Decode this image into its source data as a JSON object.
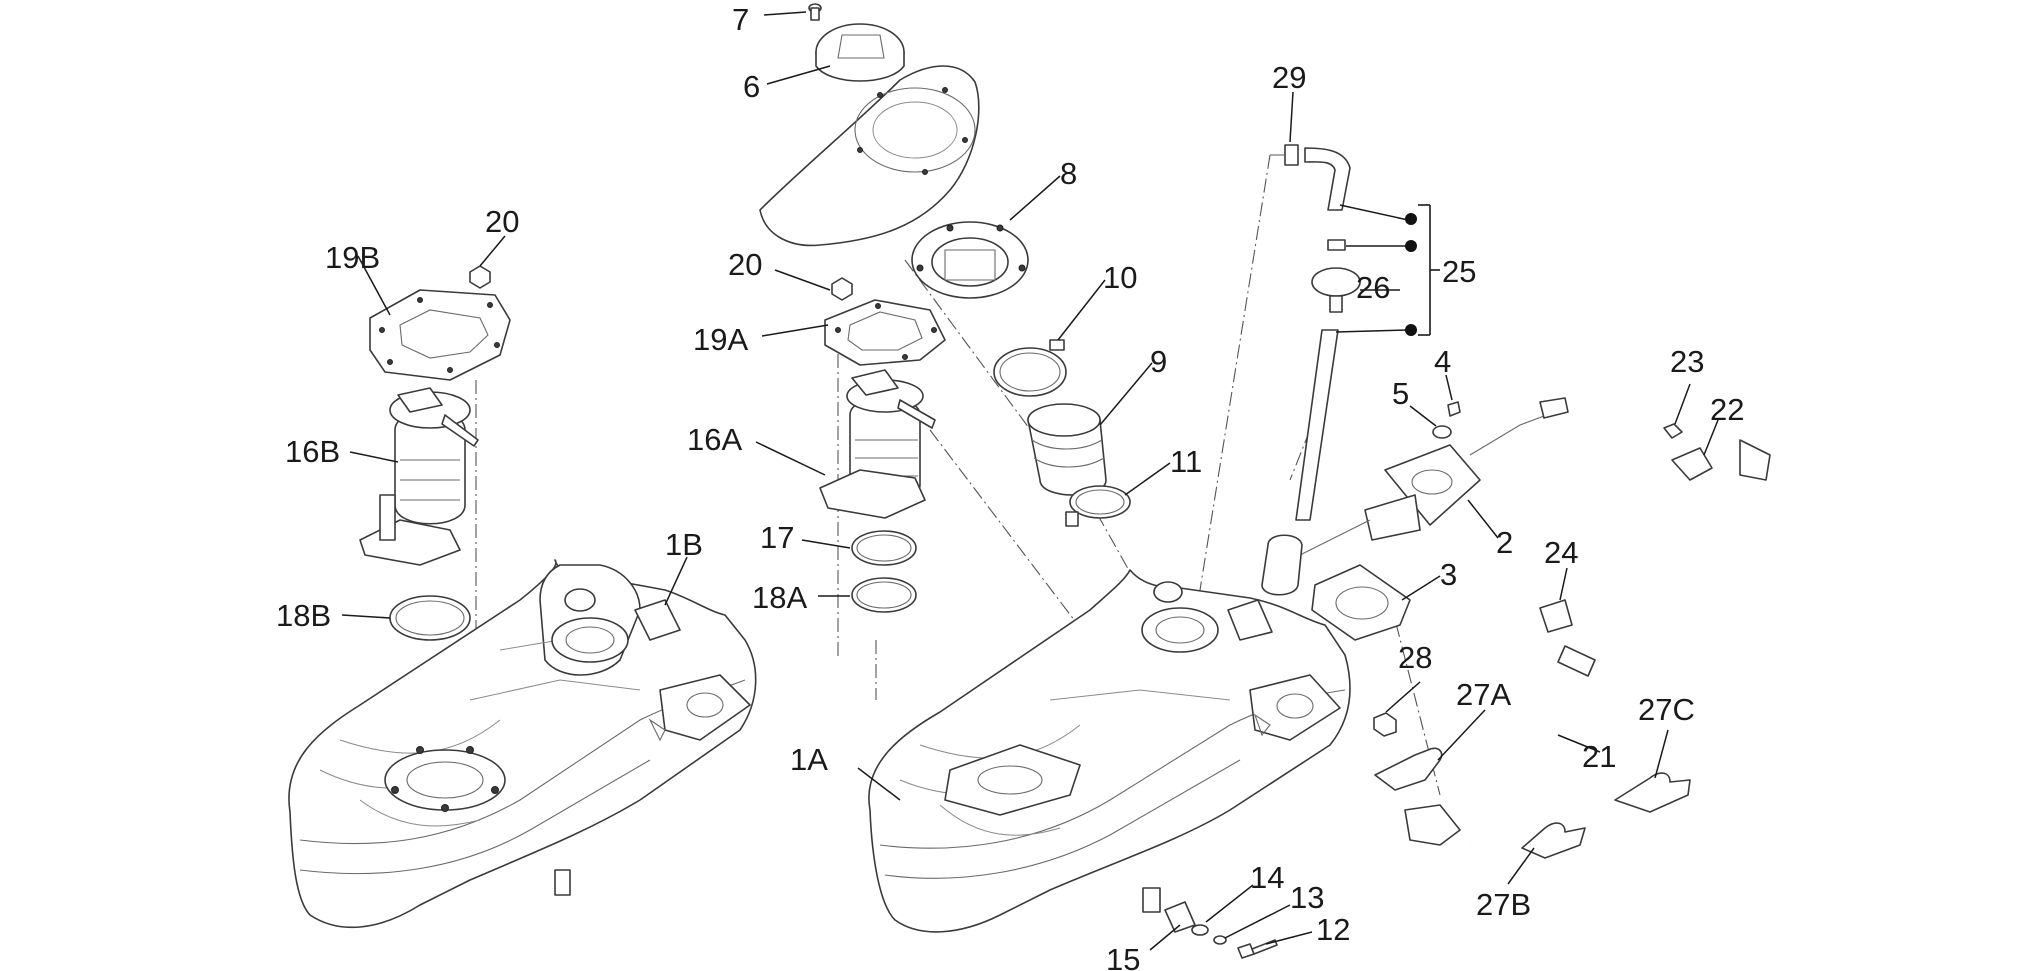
{
  "callouts": [
    {
      "id": "7",
      "label": "7"
    },
    {
      "id": "6",
      "label": "6"
    },
    {
      "id": "8",
      "label": "8"
    },
    {
      "id": "10",
      "label": "10"
    },
    {
      "id": "9",
      "label": "9"
    },
    {
      "id": "11",
      "label": "11"
    },
    {
      "id": "20a",
      "label": "20"
    },
    {
      "id": "19A",
      "label": "19A"
    },
    {
      "id": "16A",
      "label": "16A"
    },
    {
      "id": "17",
      "label": "17"
    },
    {
      "id": "18A",
      "label": "18A"
    },
    {
      "id": "20b",
      "label": "20"
    },
    {
      "id": "19B",
      "label": "19B"
    },
    {
      "id": "16B",
      "label": "16B"
    },
    {
      "id": "18B",
      "label": "18B"
    },
    {
      "id": "1B",
      "label": "1B"
    },
    {
      "id": "1A",
      "label": "1A"
    },
    {
      "id": "29",
      "label": "29"
    },
    {
      "id": "25",
      "label": "25"
    },
    {
      "id": "26",
      "label": "26"
    },
    {
      "id": "4",
      "label": "4"
    },
    {
      "id": "5",
      "label": "5"
    },
    {
      "id": "2",
      "label": "2"
    },
    {
      "id": "3",
      "label": "3"
    },
    {
      "id": "23",
      "label": "23"
    },
    {
      "id": "22",
      "label": "22"
    },
    {
      "id": "24",
      "label": "24"
    },
    {
      "id": "28",
      "label": "28"
    },
    {
      "id": "27A",
      "label": "27A"
    },
    {
      "id": "21",
      "label": "21"
    },
    {
      "id": "27C",
      "label": "27C"
    },
    {
      "id": "27B",
      "label": "27B"
    },
    {
      "id": "14",
      "label": "14"
    },
    {
      "id": "13",
      "label": "13"
    },
    {
      "id": "12",
      "label": "12"
    },
    {
      "id": "15",
      "label": "15"
    }
  ]
}
